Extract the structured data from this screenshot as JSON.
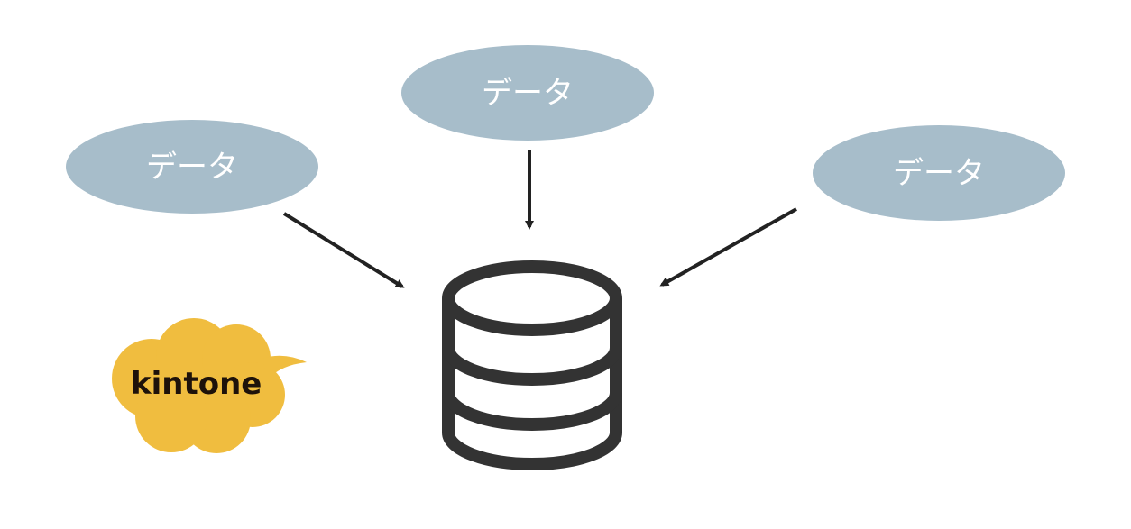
{
  "nodes": [
    {
      "label": "データ"
    },
    {
      "label": "データ"
    },
    {
      "label": "データ"
    }
  ],
  "logo": {
    "text": "kintone"
  },
  "colors": {
    "node": "#a7bdca",
    "arrow": "#222222",
    "database": "#333333",
    "logo": "#f0bd3f"
  }
}
